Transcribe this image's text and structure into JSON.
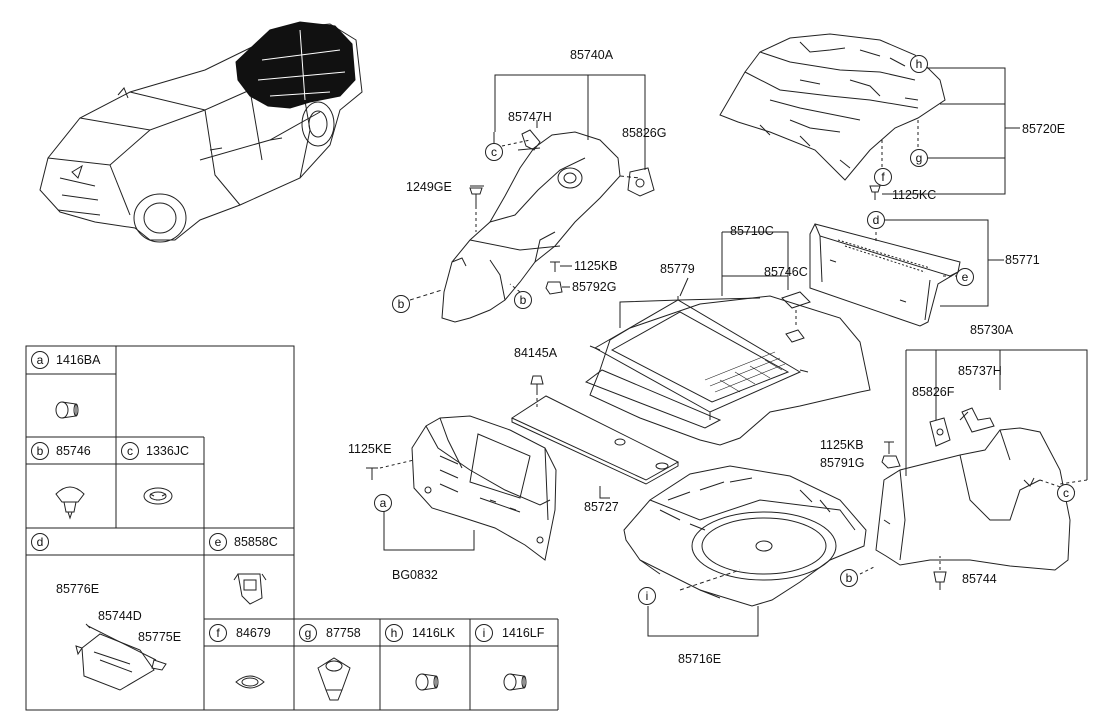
{
  "callouts": {
    "p85740A": "85740A",
    "p85747H": "85747H",
    "p85826G": "85826G",
    "p1249GE": "1249GE",
    "p1125KB_a": "1125KB",
    "p85792G": "85792G",
    "p85720E": "85720E",
    "p1125KC": "1125KC",
    "p85710C": "85710C",
    "p85779": "85779",
    "p85746C": "85746C",
    "p85771": "85771",
    "p84145A": "84145A",
    "p1125KE": "1125KE",
    "p85727": "85727",
    "pBG0832": "BG0832",
    "p85730A": "85730A",
    "p85826F": "85826F",
    "p85737H": "85737H",
    "p1125KB_b": "1125KB",
    "p85791G": "85791G",
    "p85744": "85744",
    "p85716E": "85716E"
  },
  "letters": {
    "a": "a",
    "b": "b",
    "c": "c",
    "d": "d",
    "e": "e",
    "f": "f",
    "g": "g",
    "h": "h",
    "i": "i"
  },
  "legend": {
    "a_part": "1416BA",
    "b_part": "85746",
    "c_part": "1336JC",
    "d_part": "",
    "e_part": "85858C",
    "f_part": "84679",
    "g_part": "87758",
    "h_part": "1416LK",
    "i_part": "1416LF",
    "d_sub1": "85776E",
    "d_sub2": "85744D",
    "d_sub3": "85775E"
  }
}
